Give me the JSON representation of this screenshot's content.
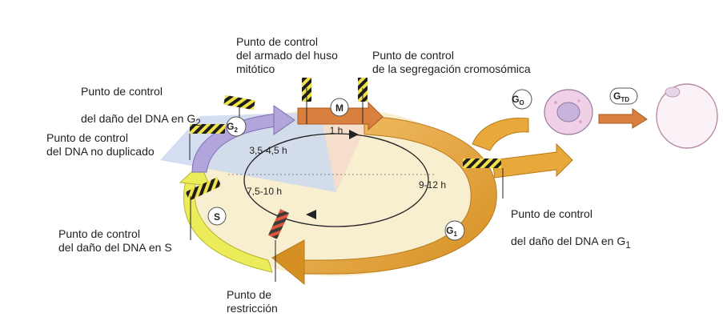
{
  "checkpoints": {
    "g2_dna_damage": {
      "line1": "Punto de control",
      "line2_prefix": "del daño del DNA en G",
      "line2_sub": "2"
    },
    "spindle": {
      "text": "Punto de control\ndel armado del huso\nmitótico"
    },
    "segregation": {
      "text": "Punto de control\nde la segregación cromosómica"
    },
    "unreplicated": {
      "text": "Punto de control\ndel DNA no duplicado"
    },
    "s_dna_damage": {
      "text": "Punto de control\ndel daño del DNA en S"
    },
    "g1_dna_damage": {
      "line1": "Punto de control",
      "line2_prefix": "del daño del DNA en G",
      "line2_sub": "1"
    },
    "restriction": {
      "text": "Punto de\nrestricción"
    }
  },
  "phases": {
    "M": "M",
    "G2": {
      "main": "G",
      "sub": "2"
    },
    "S": "S",
    "G1": {
      "main": "G",
      "sub": "1"
    },
    "G0": {
      "main": "G",
      "sub": "O"
    },
    "GTD": {
      "main": "G",
      "sub": "TD"
    }
  },
  "durations": {
    "m": "1 h",
    "g2": "3,5-4,5 h",
    "s": "7,5-10 h",
    "g1": "9-12 h"
  },
  "colors": {
    "g1": "#e8a93a",
    "s": "#ecec5a",
    "g2": "#b2a5dc",
    "m": "#d9803f",
    "center": "#f7efcf",
    "shade_blue": "#cdd8ee",
    "shade_pink": "#f4dccb"
  }
}
